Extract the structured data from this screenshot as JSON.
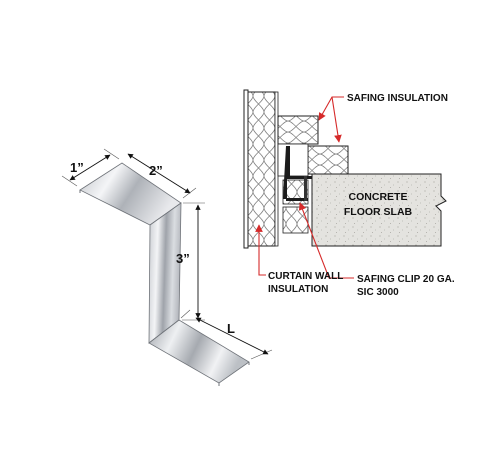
{
  "clip": {
    "dim_width": "1”",
    "dim_depth": "2”",
    "dim_height": "3”",
    "dim_length": "L"
  },
  "section": {
    "safing_insulation": "SAFING INSULATION",
    "concrete_line1": "CONCRETE",
    "concrete_line2": "FLOOR SLAB",
    "curtain_line1": "CURTAIN WALL",
    "curtain_line2": "INSULATION",
    "clip_line1": "SAFING CLIP 20 GA.",
    "clip_line2": "SIC 3000"
  },
  "colors": {
    "callout_arrow": "#d62a2a",
    "concrete": "#e4e3df",
    "metal_light": "#f2f3f5",
    "metal_dark": "#8e9298"
  }
}
